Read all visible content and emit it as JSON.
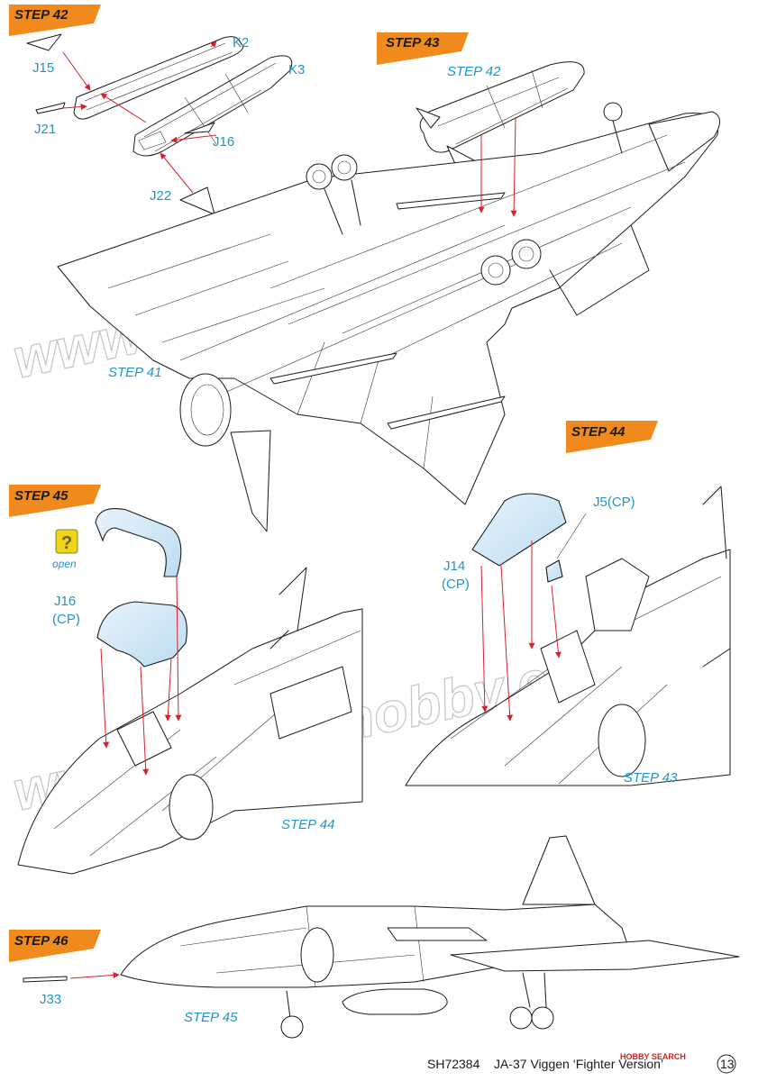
{
  "steps": {
    "s42": "STEP 42",
    "s43": "STEP 43",
    "s44": "STEP 44",
    "s45": "STEP 45",
    "s46": "STEP 46"
  },
  "parts": {
    "j15": "J15",
    "k2": "K2",
    "k3": "K3",
    "j21": "J21",
    "j16": "J16",
    "j22": "J22",
    "j16cp_a": "J16",
    "j16cp_b": "(CP)",
    "j5cp": "J5(CP)",
    "j14cp_a": "J14",
    "j14cp_b": "(CP)",
    "j33": "J33"
  },
  "refs": {
    "step42_ref": "STEP 42",
    "step41_ref": "STEP 41",
    "step44_ref_a": "STEP 44",
    "step43_ref": "STEP 43",
    "step45_ref": "STEP 45"
  },
  "option": {
    "icon": "?",
    "label": "open"
  },
  "watermark": "www.specialhobby.eu",
  "footer": {
    "code": "SH72384",
    "title": "JA-37 Viggen ‘Fighter Version’",
    "page": "13",
    "logo": "HOBBY SEARCH"
  },
  "colors": {
    "accent_orange": "#f08a1c",
    "label_blue": "#1e95c8",
    "arrow_red": "#d8202a",
    "glass_blue": "#cfe6f7"
  },
  "icons": {
    "help": "question-mark-icon",
    "logo": "hobby-search-logo"
  }
}
